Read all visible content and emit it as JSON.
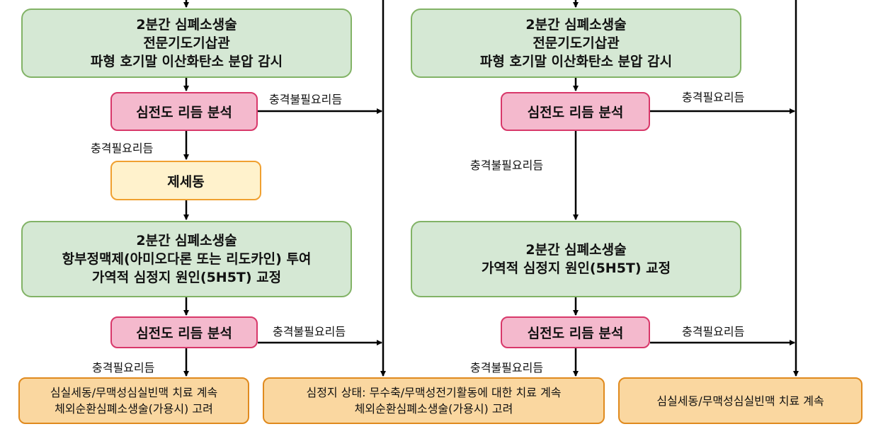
{
  "left": {
    "cpr_block_1": [
      "2분간 심폐소생술",
      "전문기도기삽관",
      "파형 호기말 이산화탄소 분압 감시"
    ],
    "rhythm_check_1": "심전도 리듬 분석",
    "label_nonshockable_1": "충격불필요리듬",
    "label_shockable_1": "충격필요리듬",
    "defib": "제세동",
    "cpr_block_2": [
      "2분간 심폐소생술",
      "항부정맥제(아미오다론 또는 리도카인) 투여",
      "가역적 심정지 원인(5H5T) 교정"
    ],
    "rhythm_check_2": "심전도 리듬 분석",
    "label_nonshockable_2": "충격불필요리듬",
    "label_shockable_2": "충격필요리듬",
    "outcome_shockable": [
      "심실세동/무맥성심실빈맥 치료 계속",
      "체외순환심폐소생술(가용시) 고려"
    ]
  },
  "middle": {
    "outcome_nonshockable": [
      "심정지 상태: 무수축/무맥성전기활동에 대한 치료 계속",
      "체외순환심폐소생술(가용시) 고려"
    ]
  },
  "right": {
    "cpr_block_1": [
      "2분간 심폐소생술",
      "전문기도기삽관",
      "파형 호기말 이산화탄소 분압 감시"
    ],
    "rhythm_check_1": "심전도 리듬 분석",
    "label_shockable_1": "충격필요리듬",
    "label_nonshockable_1": "충격불필요리듬",
    "cpr_block_2": [
      "2분간 심폐소생술",
      "가역적 심정지 원인(5H5T) 교정"
    ],
    "rhythm_check_2": "심전도 리듬 분석",
    "label_shockable_2": "충격필요리듬",
    "label_nonshockable_2": "충격불필요리듬",
    "outcome_shockable": [
      "심실세동/무맥성심실빈맥 치료 계속"
    ]
  }
}
